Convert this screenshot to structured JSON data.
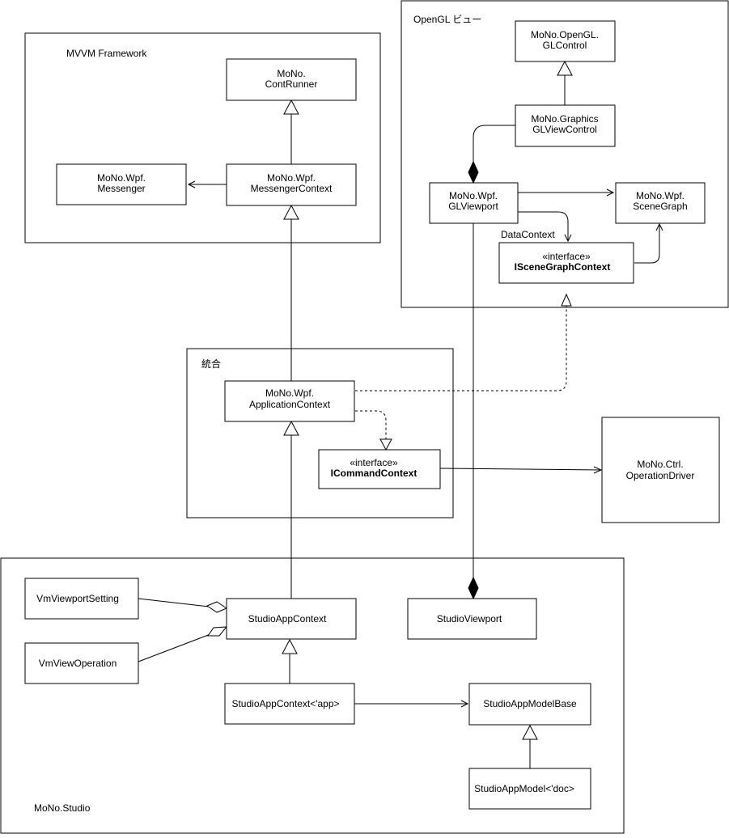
{
  "packages": {
    "mvvm": "MVVM Framework",
    "opengl": "OpenGL ビュー",
    "integration": "統合",
    "studio": "MoNo.Studio"
  },
  "classes": {
    "contrunner": [
      "MoNo.",
      "ContRunner"
    ],
    "messenger": [
      "MoNo.Wpf.",
      "Messenger"
    ],
    "messengercontext": [
      "MoNo.Wpf.",
      "MessengerContext"
    ],
    "glcontrol": [
      "MoNo.OpenGL.",
      "GLControl"
    ],
    "glviewcontrol": [
      "MoNo.Graphics",
      "GLViewControl"
    ],
    "glviewport": [
      "MoNo.Wpf.",
      "GLViewport"
    ],
    "scenegraph": [
      "MoNo.Wpf.",
      "SceneGraph"
    ],
    "iscenegraphcontext": [
      "«interface»",
      "ISceneGraphContext"
    ],
    "applicationcontext": [
      "MoNo.Wpf.",
      "ApplicationContext"
    ],
    "icommandcontext": [
      "«interface»",
      "ICommandContext"
    ],
    "operationdriver": [
      "MoNo.Ctrl.",
      "OperationDriver"
    ],
    "vmviewportsetting": [
      "VmViewportSetting"
    ],
    "vmviewoperation": [
      "VmViewOperation"
    ],
    "studioappcontext": [
      "StudioAppContext"
    ],
    "studioviewport": [
      "StudioViewport"
    ],
    "studioappcontext_app": [
      "StudioAppContext<'app>"
    ],
    "studioappmodelbase": [
      "StudioAppModelBase"
    ],
    "studioappmodel_doc": [
      "StudioAppModel<'doc>"
    ]
  },
  "edge_labels": {
    "datacontext": "DataContext"
  }
}
